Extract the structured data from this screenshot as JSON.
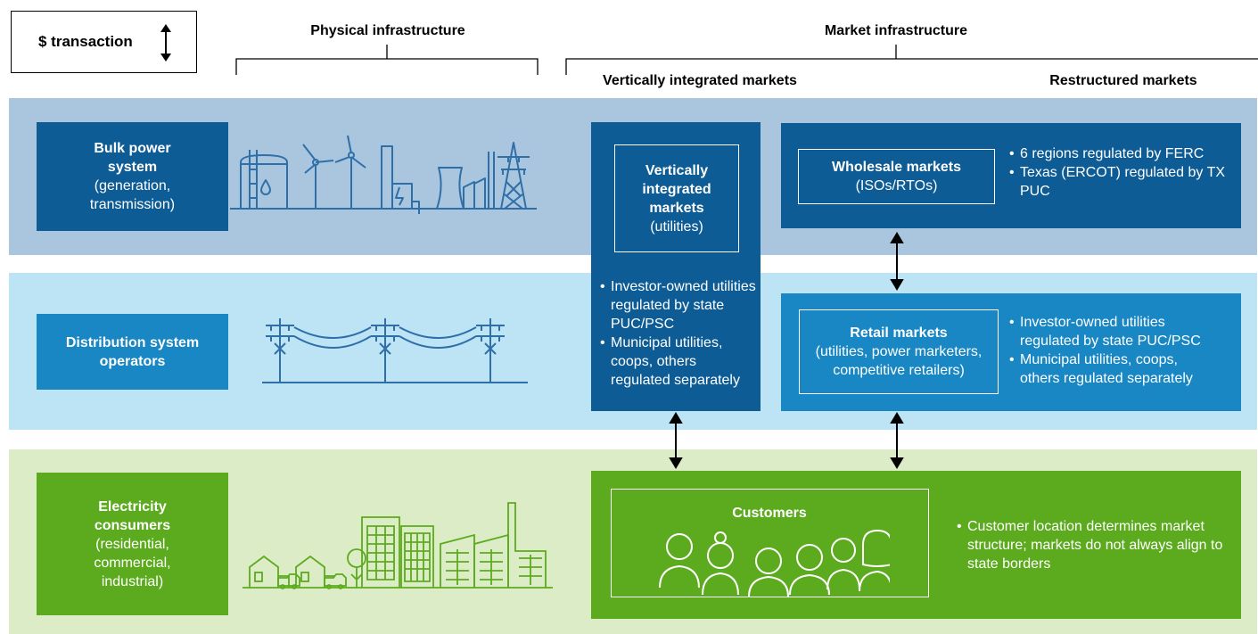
{
  "legend": {
    "label": "$ transaction"
  },
  "headers": {
    "physical": "Physical infrastructure",
    "market": "Market infrastructure",
    "vertical": "Vertically integrated markets",
    "restructured": "Restructured markets"
  },
  "rows": {
    "bulk": {
      "title": "Bulk power system",
      "sub": "(generation, transmission)"
    },
    "dist": {
      "title": "Distribution system operators"
    },
    "cons": {
      "title": "Electricity consumers",
      "sub": "(residential, commercial, industrial)"
    }
  },
  "vertical_panel": {
    "title": "Vertically integrated markets",
    "sub": "(utilities)",
    "bullets": [
      "Investor-owned utilities regulated by state PUC/PSC",
      "Municipal utilities, coops, others regulated separately"
    ]
  },
  "wholesale_panel": {
    "title": "Wholesale markets",
    "sub": "(ISOs/RTOs)",
    "bullets": [
      "6 regions regulated by FERC",
      "Texas (ERCOT) regulated by TX PUC"
    ]
  },
  "retail_panel": {
    "title": "Retail markets",
    "sub": "(utilities, power marketers, competitive retailers)",
    "bullets": [
      "Investor-owned utilities regulated by state PUC/PSC",
      "Municipal utilities, coops, others regulated separately"
    ]
  },
  "customers_panel": {
    "title": "Customers",
    "bullets": [
      "Customer location determines market structure; markets do not always align to state borders"
    ]
  },
  "colors": {
    "bulk_band": "#a9c6de",
    "dist_band": "#bce4f4",
    "cons_band": "#dcecc7",
    "dark_blue": "#0e5c95",
    "mid_blue": "#1887c4",
    "green": "#5cab1e",
    "icon_blue": "#2f6fa8",
    "icon_green": "#5cab1e"
  },
  "icons": {
    "legend": "double-arrow-icon",
    "bulk": "power-plant-icon",
    "dist": "power-lines-icon",
    "cons": "city-icon",
    "customers": "people-group-icon"
  }
}
